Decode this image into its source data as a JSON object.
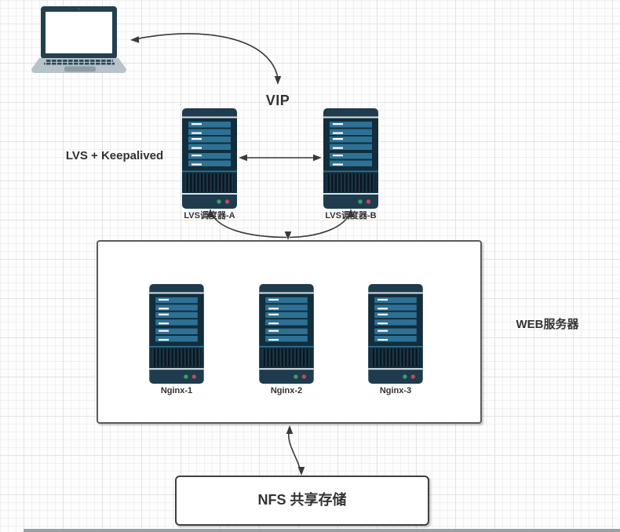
{
  "nodes": {
    "client": {
      "name": "client-laptop"
    },
    "vip": {
      "label": "VIP"
    },
    "lvs_cluster": {
      "label": "LVS + Keepalived",
      "servers": [
        {
          "label": "LVS调度器-A"
        },
        {
          "label": "LVS调度器-B"
        }
      ]
    },
    "web_cluster": {
      "label": "WEB服务器",
      "servers": [
        {
          "label": "Nginx-1"
        },
        {
          "label": "Nginx-2"
        },
        {
          "label": "Nginx-3"
        }
      ]
    },
    "storage": {
      "label": "NFS 共享存储"
    }
  },
  "connectors": [
    {
      "name": "client-vip",
      "ends": "both-arrows"
    },
    {
      "name": "lvs-a-lvs-b",
      "ends": "both-arrows"
    },
    {
      "name": "lvs-a-webbox",
      "ends": "both-arrows"
    },
    {
      "name": "lvs-b-webbox",
      "ends": "both-arrows"
    },
    {
      "name": "webbox-nfs",
      "ends": "both-arrows"
    }
  ],
  "colors": {
    "server-cap": "#1e3c4e",
    "server-body": "#122d3b",
    "server-bar": "#2d7195",
    "server-separator": "#d9e2e7",
    "vent-slot": "#0a1620",
    "led-green": "#3f9d68",
    "led-red": "#bf4b57",
    "laptop-bezel": "#24404f",
    "laptop-base": "#b7c3ca",
    "laptop-key": "#2c4858",
    "laptop-trackpad": "#8e9da5",
    "box-border": "#5a5a5a",
    "box-border-dark": "#404040",
    "connector": "#3a3a3a",
    "label-text": "#333333",
    "grid-minor": "#f0f0f0",
    "grid-major": "#e3e3e3",
    "scrollbar": "#9aa0a4"
  }
}
